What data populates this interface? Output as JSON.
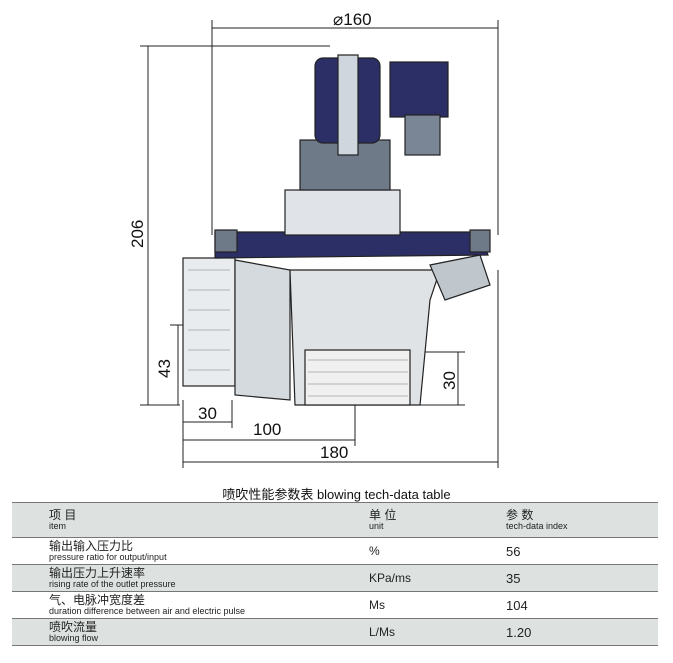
{
  "drawing": {
    "dims": {
      "diameter": "⌀160",
      "height": "206",
      "inlet_height": "43",
      "outlet_height": "30",
      "inlet_width": "30",
      "outlet_offset": "100",
      "length": "180"
    }
  },
  "table": {
    "title": "喷吹性能参数表  blowing tech-data table",
    "headers": [
      {
        "zh": "项  目",
        "en": "item"
      },
      {
        "zh": "单  位",
        "en": "unit"
      },
      {
        "zh": "参  数",
        "en": "tech-data index"
      }
    ],
    "rows": [
      {
        "zh": "输出输入压力比",
        "en": "pressure ratio for output/input",
        "unit": "%",
        "value": "56"
      },
      {
        "zh": "输出压力上升速率",
        "en": "rising rate of the outlet pressure",
        "unit": "KPa/ms",
        "value": "35"
      },
      {
        "zh": "气、电脉冲宽度差",
        "en": "duration difference between air and electric pulse",
        "unit": "Ms",
        "value": "104"
      },
      {
        "zh": "喷吹流量",
        "en": "blowing flow",
        "unit": "L/Ms",
        "value": "1.20"
      }
    ]
  }
}
